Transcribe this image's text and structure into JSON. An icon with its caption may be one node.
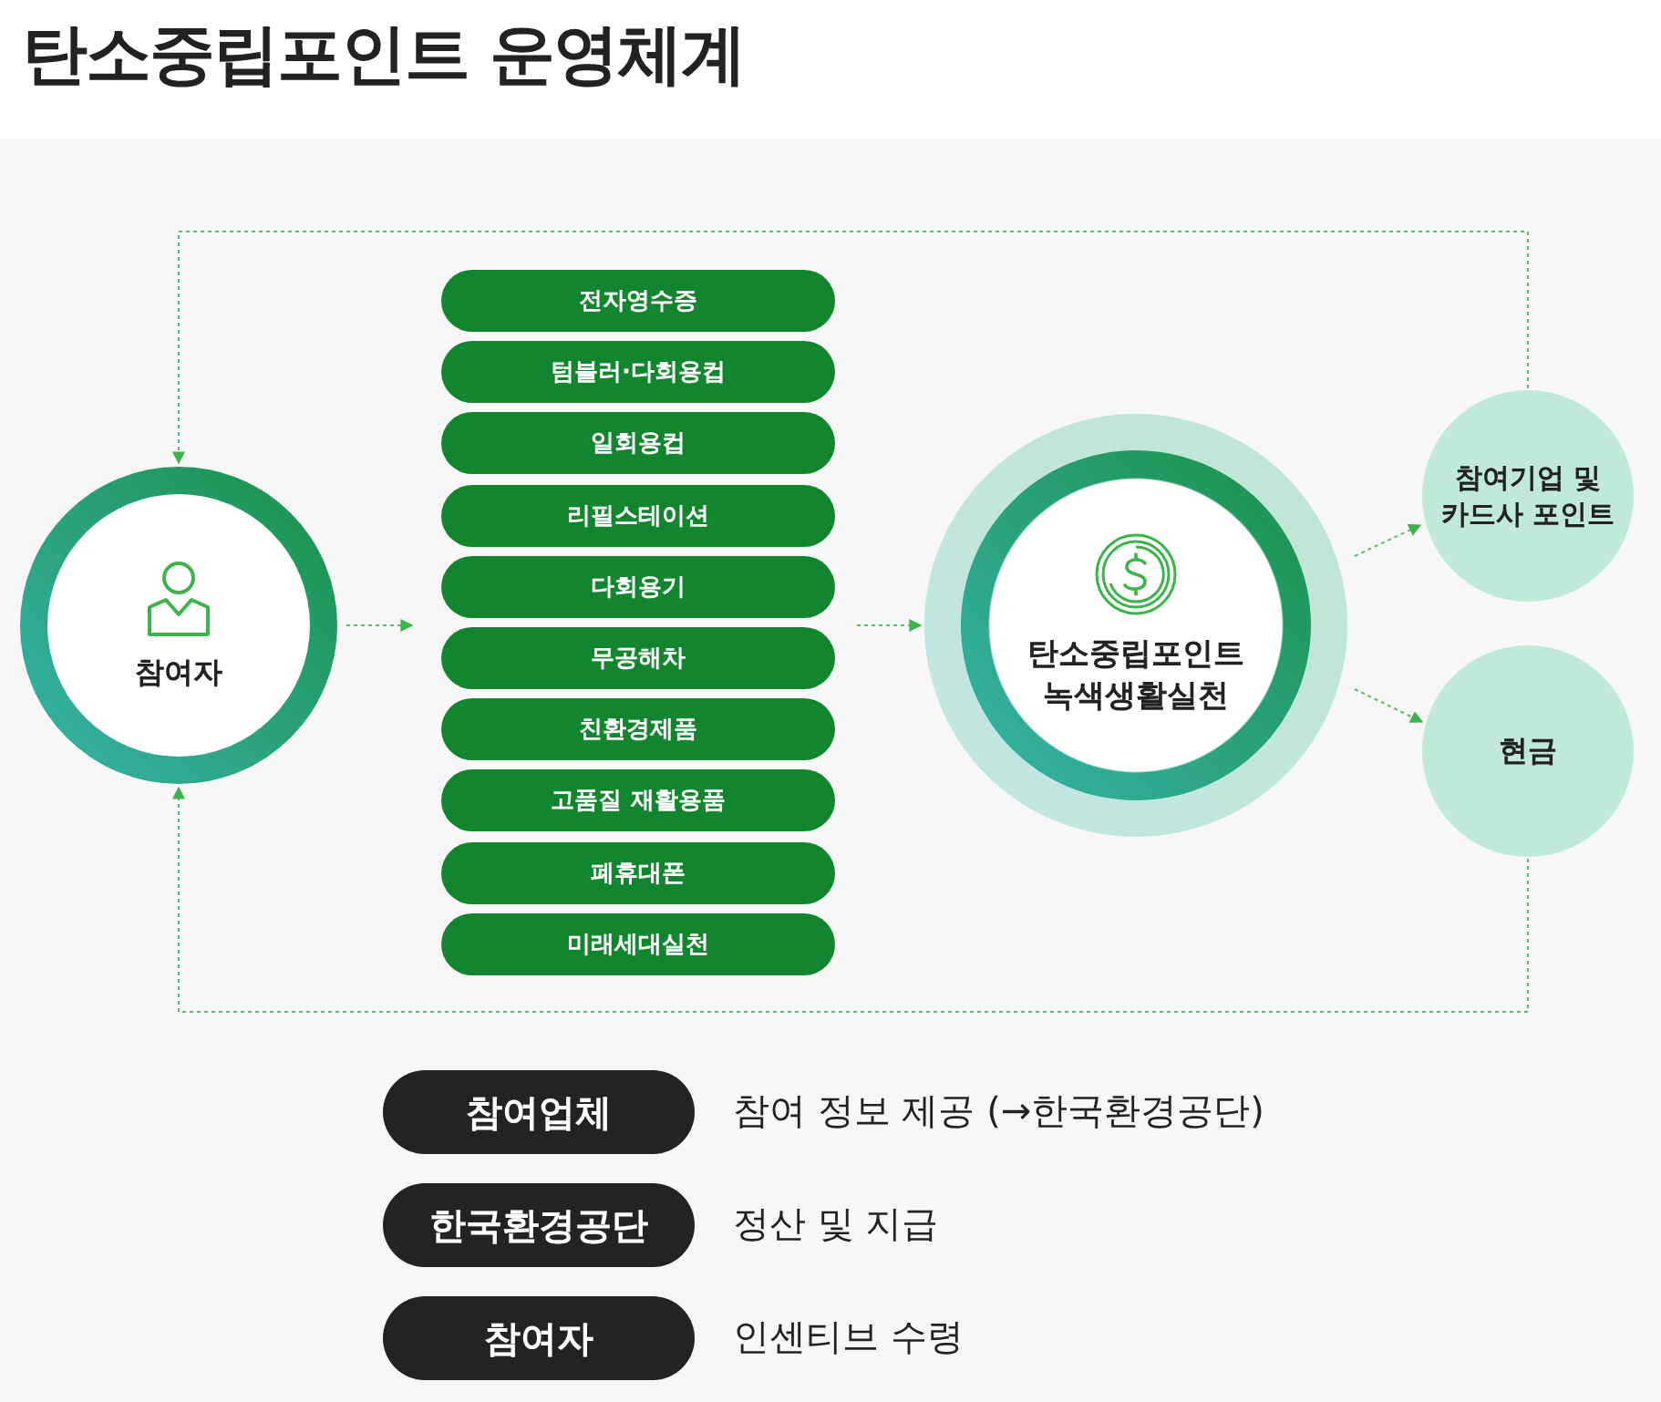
{
  "diagram": {
    "title": "탄소중립포인트 운영체계",
    "nodes": [
      {
        "text": [
          "참여자"
        ]
      },
      {
        "text": [
          "전자영수증"
        ]
      },
      {
        "text": [
          "텀블러·다회용컵"
        ]
      },
      {
        "text": [
          "일회용컵"
        ]
      },
      {
        "text": [
          "리필스테이션"
        ]
      },
      {
        "text": [
          "다회용기"
        ]
      },
      {
        "text": [
          "무공해차"
        ]
      },
      {
        "text": [
          "친환경제품"
        ]
      },
      {
        "text": [
          "고품질 재활용품"
        ]
      },
      {
        "text": [
          "폐휴대폰"
        ]
      },
      {
        "text": [
          "미래세대실천"
        ]
      },
      {
        "text": [
          "탄소중립포인트 녹색생활실천"
        ]
      },
      {
        "text": [
          "참여기업 및 카드사 포인트"
        ]
      },
      {
        "text": [
          "현금"
        ]
      },
      {
        "text": [
          "참여업체"
        ],
        "beside": [
          "참여 정보 제공 (→한국환경공단)"
        ]
      },
      {
        "text": [
          "한국환경공단"
        ],
        "beside": [
          "정산 및 지급"
        ]
      },
      {
        "text": [
          "참여자"
        ],
        "beside": [
          "인센티브 수령"
        ]
      }
    ],
    "edges": [
      {
        "from": 0,
        "to": 5,
        "arrow": "to"
      },
      {
        "from": 5,
        "to": 11,
        "arrow": "to"
      },
      {
        "from": 11,
        "to": 12,
        "arrow": "to"
      },
      {
        "from": 11,
        "to": 13,
        "arrow": "to"
      },
      {
        "from": 12,
        "to": 0,
        "arrow": "to"
      },
      {
        "from": 13,
        "to": 0,
        "arrow": "to"
      }
    ]
  }
}
